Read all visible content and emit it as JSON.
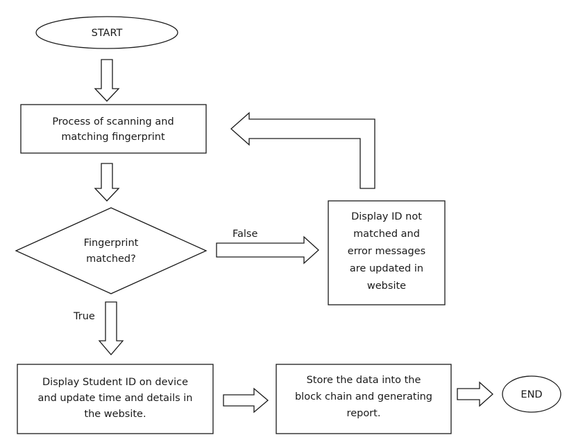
{
  "nodes": {
    "start": {
      "label": "START"
    },
    "scan": {
      "lines": [
        "Process of scanning and",
        "matching fingerprint"
      ]
    },
    "decision": {
      "lines": [
        "Fingerprint",
        "matched?"
      ]
    },
    "error": {
      "lines": [
        "Display ID not",
        "matched and",
        "error messages",
        "are updated in",
        "website"
      ]
    },
    "display": {
      "lines": [
        "Display Student ID on device",
        "and update time and details in",
        "the website."
      ]
    },
    "store": {
      "lines": [
        "Store the data into the",
        "block chain and generating",
        "report."
      ]
    },
    "end": {
      "label": "END"
    }
  },
  "edges": {
    "false_label": "False",
    "true_label": "True"
  }
}
